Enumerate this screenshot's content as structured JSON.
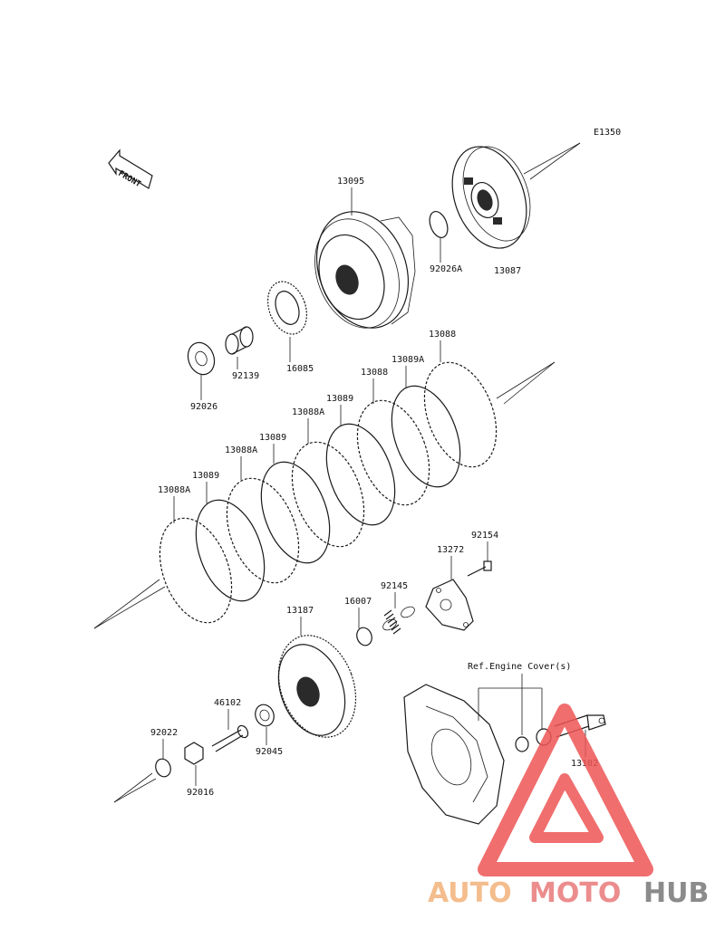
{
  "diagram": {
    "front_label": "FRONT",
    "section_code": "E1350",
    "ref_note": "Ref.Engine Cover(s)",
    "parts": {
      "clutch_housing": "13095",
      "clutch_hub": "13087",
      "washer_hub": "92026A",
      "gear": "16085",
      "sleeve": "92139",
      "washer": "92026",
      "plate_top": "13088",
      "friction_top": "13089A",
      "plate_mid_a": "13088",
      "friction_mid_a": "13089",
      "plate_mid_b": "13088A",
      "friction_mid_b": "13089",
      "plate_mid_c": "13088A",
      "friction_mid_c": "13089",
      "plate_bottom": "13088A",
      "bolt": "92154",
      "spring_plate": "13272",
      "spring": "92145",
      "circlip": "16007",
      "pressure_plate": "13187",
      "pushrod": "46102",
      "bearing": "92045",
      "washer_nut": "92022",
      "nut": "92016",
      "lever": "13102"
    }
  },
  "watermark": {
    "text_auto": "AUTO",
    "text_moto": "MOTO",
    "text_hub": "HUB",
    "colors": {
      "auto": "#f3b27a",
      "moto": "#e97a7a",
      "hub": "#777777",
      "triangle": "#ee5555"
    }
  }
}
